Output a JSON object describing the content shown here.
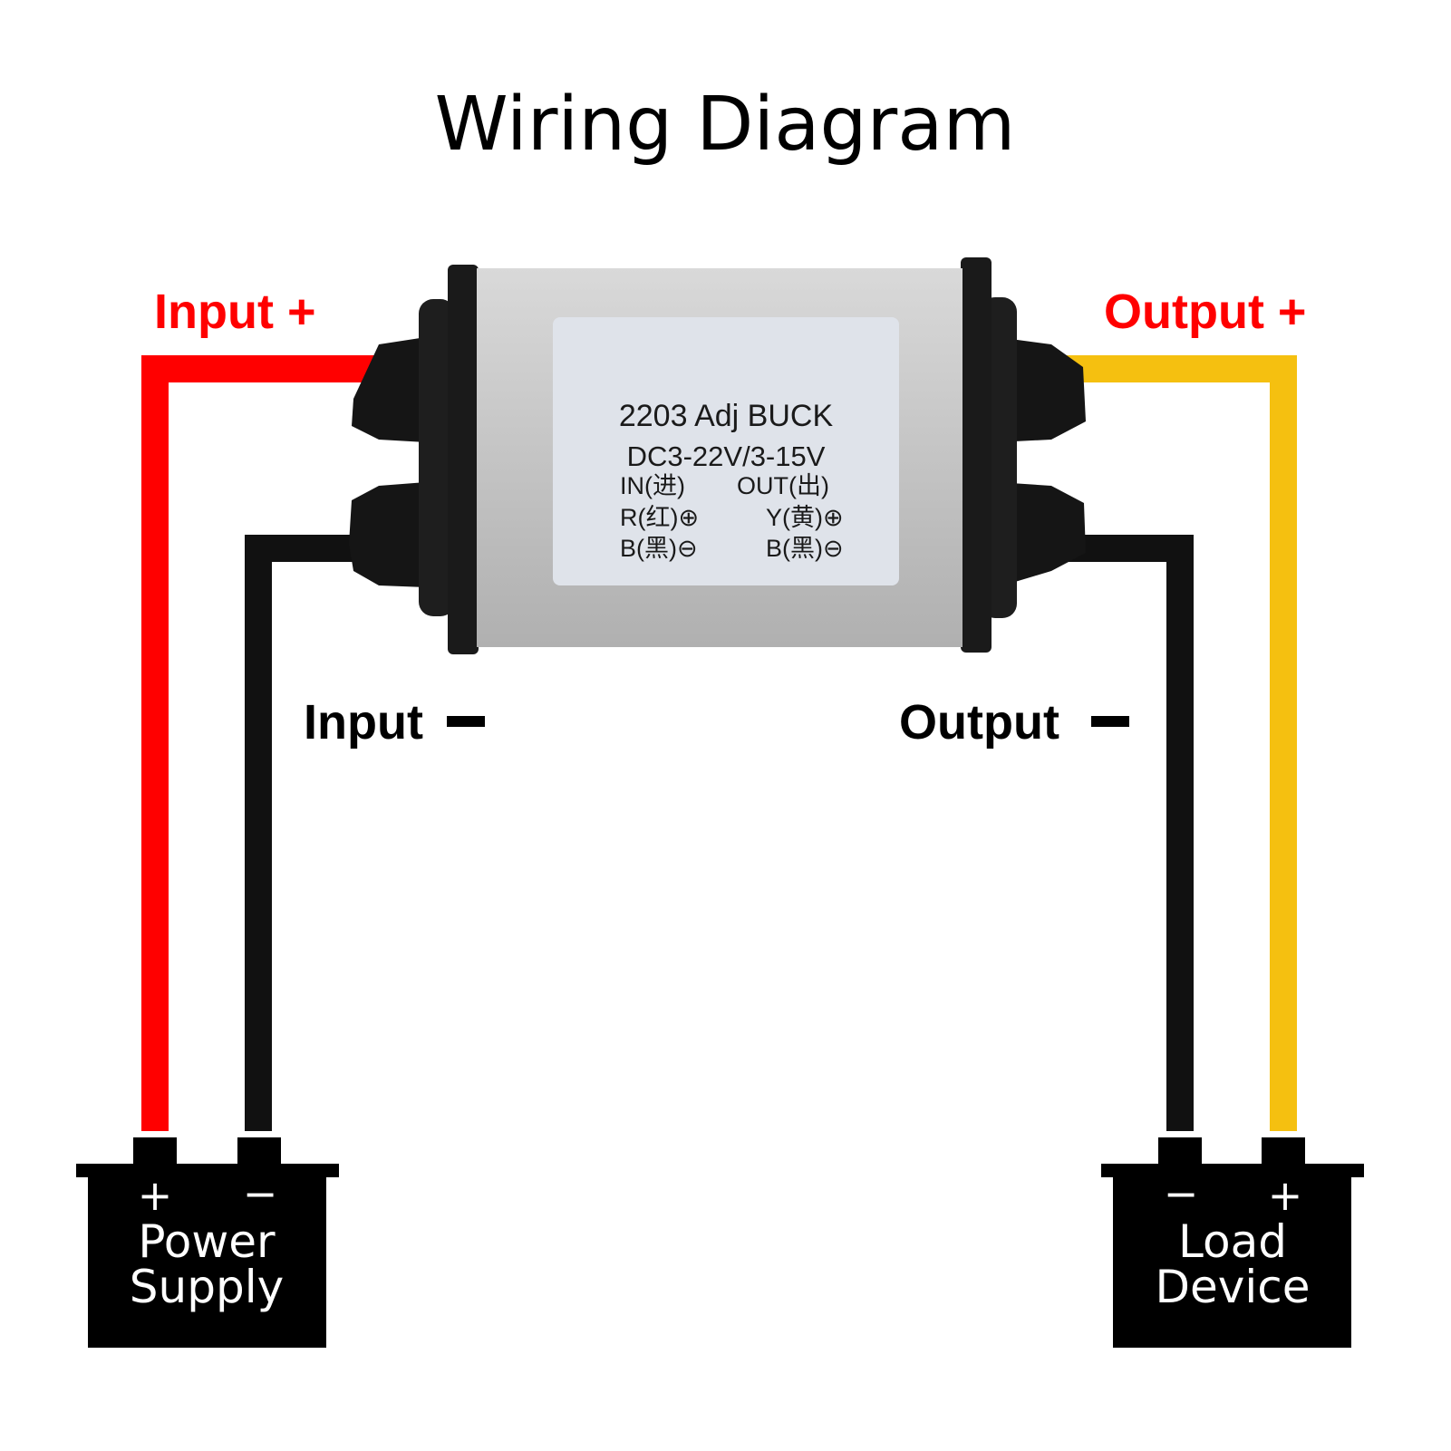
{
  "title": "Wiring Diagram",
  "colors": {
    "input_positive_wire": "#ff0000",
    "input_negative_wire": "#111111",
    "output_positive_wire": "#f5c010",
    "output_negative_wire": "#111111",
    "label_red": "#ff0000",
    "label_black": "#000000",
    "module_body": "#c8c8c8",
    "module_plate": "#dfe3ea"
  },
  "labels": {
    "input_positive": "Input +",
    "input_negative": "Input",
    "output_positive": "Output +",
    "output_negative": "Output"
  },
  "module": {
    "line1": "2203 Adj BUCK",
    "line2": "DC3-22V/3-15V",
    "in_header": "IN(进)",
    "out_header": "OUT(出)",
    "in_pos": "R(红)⊕",
    "in_neg": "B(黑)⊖",
    "out_pos": "Y(黄)⊕",
    "out_neg": "B(黑)⊖"
  },
  "power_supply": {
    "line1": "Power",
    "line2": "Supply",
    "pos_sign": "+",
    "neg_sign": "−"
  },
  "load_device": {
    "line1": "Load",
    "line2": "Device",
    "pos_sign": "+",
    "neg_sign": "−"
  }
}
